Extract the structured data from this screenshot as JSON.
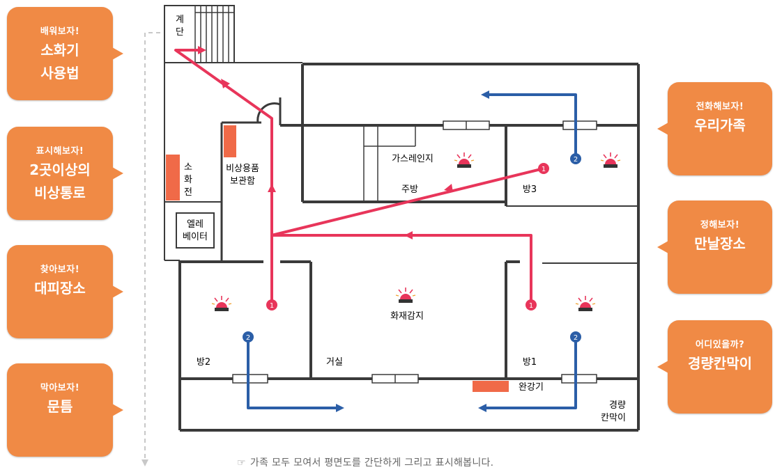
{
  "bubbles": {
    "extinguisher": {
      "small": "배워보자!",
      "line1": "소화기",
      "line2": "사용법"
    },
    "exit_routes": {
      "small": "표시해보자!",
      "line1": "2곳이상의",
      "line2": "비상통로"
    },
    "refuge": {
      "small": "찾아보자!",
      "line1": "대피장소",
      "line2": ""
    },
    "door": {
      "small": "막아보자!",
      "line1": "문틈",
      "line2": ""
    },
    "family_call": {
      "small": "전화해보자!",
      "line1": "우리가족",
      "line2": ""
    },
    "meeting_place": {
      "small": "정해보자!",
      "line1": "만날장소",
      "line2": ""
    },
    "partition": {
      "small": "어디있을까?",
      "line1": "경량칸막이",
      "line2": ""
    }
  },
  "plan": {
    "stairs": [
      "계",
      "단"
    ],
    "hydrant": [
      "소",
      "화",
      "전"
    ],
    "elevator": [
      "엘레",
      "베이터"
    ],
    "emergency_storage": [
      "비상용품",
      "보관함"
    ],
    "gas_range": "가스레인지",
    "kitchen": "주방",
    "room3": "방3",
    "room2": "방2",
    "living_room": "거실",
    "room1": "방1",
    "fire_detector": "화재감지",
    "descender": "완강기",
    "partition": [
      "경량",
      "칸막이"
    ],
    "route_primary": "1",
    "route_secondary": "2"
  },
  "caption": "가족 모두 모여서 평면도를 간단하게 그리고 표시해봅니다.",
  "colors": {
    "orange": "#f08a45",
    "red": "#e8355a",
    "blue": "#2b5ea7",
    "wall": "#3a3a3a",
    "hydrant": "#f06a48"
  }
}
